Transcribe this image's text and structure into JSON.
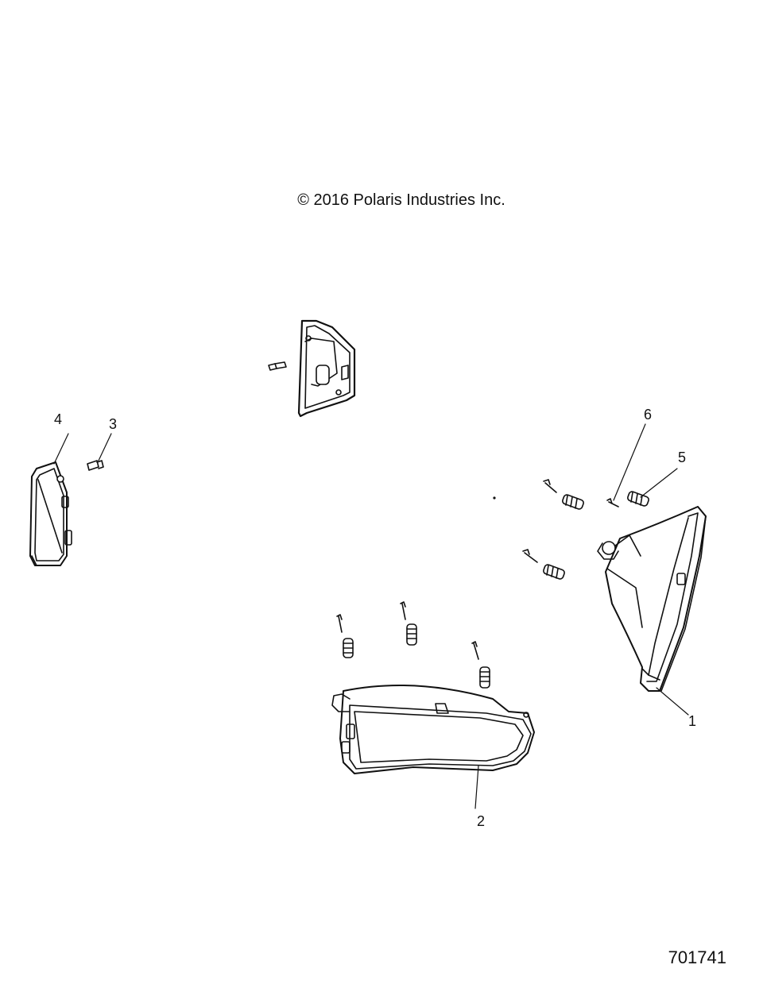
{
  "copyright": "© 2016 Polaris Industries Inc.",
  "document_number": "701741",
  "callouts": [
    "1",
    "2",
    "3",
    "4",
    "5",
    "6"
  ]
}
